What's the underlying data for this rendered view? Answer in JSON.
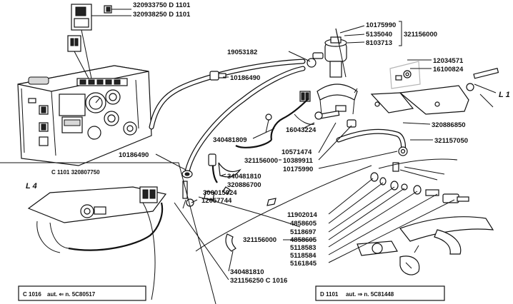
{
  "labels": {
    "p320933750": "320933750 D 1101",
    "p320938250": "320938250 D 1101",
    "p10175990_top": "10175990",
    "p5135040": "5135040",
    "p8103713": "8103713",
    "p321156000_top": "321156000",
    "p19053182": "19053182",
    "p12034571": "12034571",
    "p16100824": "16100824",
    "p10186490_top": "10186490",
    "l1": "L 1",
    "p320886850": "320886850",
    "p16043224": "16043224",
    "p340481809": "340481809",
    "p321157050": "321157050",
    "p10186490_left": "10186490",
    "p10571474": "10571474",
    "p10389911": "10389911",
    "p321156000_mid": "321156000",
    "p10175990_mid": "10175990",
    "c1101": "C 1101 320807750",
    "p340481810_mid": "340481810",
    "p320886700": "320886700",
    "l4": "L 4",
    "p300015924": "300015924",
    "p12057744": "12057744",
    "p11902014": "11902014",
    "p4858605_a": "4858605",
    "p5118697": "5118697",
    "p4858605_b": "4858605",
    "p321156000_low": "321156000",
    "p5118583": "5118583",
    "p5118584": "5118584",
    "p5161845": "5161845",
    "p340481810_low": "340481810",
    "p321156250": "321156250 C 1016"
  },
  "notes": {
    "left_code": "C 1016",
    "left_text": "aut. ⇐ n. 5C80517",
    "right_code": "D 1101",
    "right_text": "aut. ⇒ n. 5C81448"
  },
  "colors": {
    "ink": "#111111",
    "paper": "#ffffff"
  }
}
